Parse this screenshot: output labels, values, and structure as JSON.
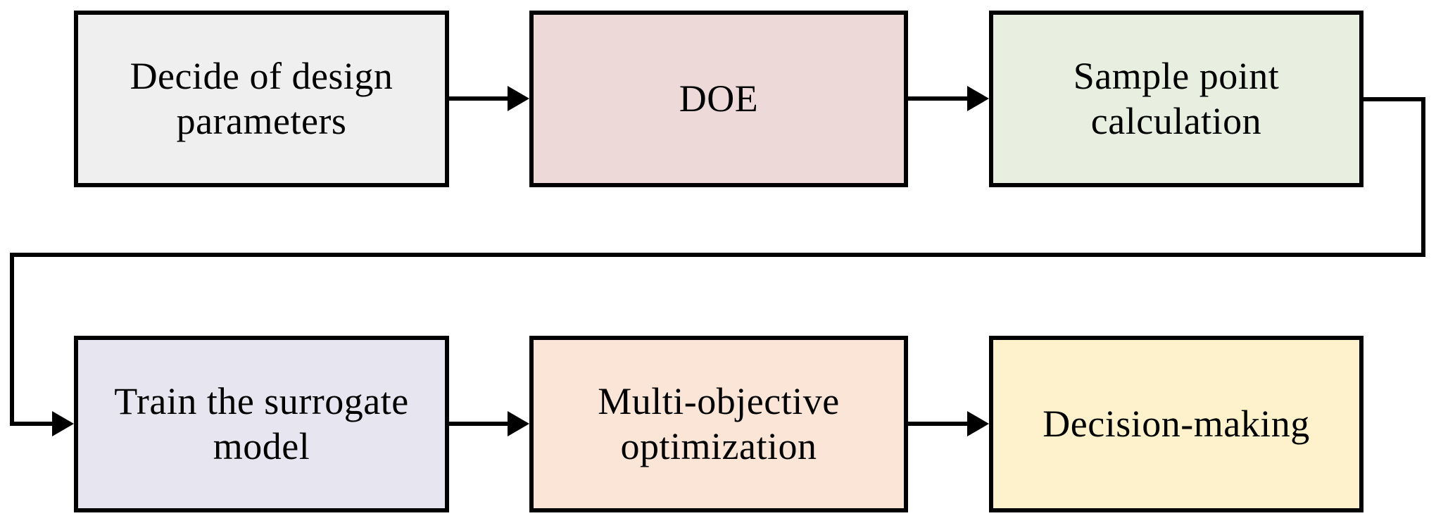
{
  "diagram": {
    "type": "flowchart",
    "background": "#ffffff",
    "border_color": "#000000",
    "arrow_color": "#000000",
    "text_color": "#000000",
    "nodes": [
      {
        "id": "decide-design-parameters",
        "label": "Decide of design\nparameters",
        "fill": "#f0eff0",
        "row": 1,
        "col": 1
      },
      {
        "id": "doe",
        "label": "DOE",
        "fill": "#ecd9d8",
        "row": 1,
        "col": 2
      },
      {
        "id": "sample-point-calculation",
        "label": "Sample point\ncalculation",
        "fill": "#e8efe0",
        "row": 1,
        "col": 3
      },
      {
        "id": "train-surrogate-model",
        "label": "Train the surrogate\nmodel",
        "fill": "#e7e5f0",
        "row": 2,
        "col": 1
      },
      {
        "id": "multi-objective-optimization",
        "label": "Multi-objective\noptimization",
        "fill": "#fbe5d6",
        "row": 2,
        "col": 2
      },
      {
        "id": "decision-making",
        "label": "Decision-making",
        "fill": "#fdf2cc",
        "row": 2,
        "col": 3
      }
    ],
    "edges": [
      {
        "from": "decide-design-parameters",
        "to": "doe",
        "style": "straight-arrow"
      },
      {
        "from": "doe",
        "to": "sample-point-calculation",
        "style": "straight-arrow"
      },
      {
        "from": "sample-point-calculation",
        "to": "train-surrogate-model",
        "style": "wrap-around-elbow-arrow"
      },
      {
        "from": "train-surrogate-model",
        "to": "multi-objective-optimization",
        "style": "straight-arrow"
      },
      {
        "from": "multi-objective-optimization",
        "to": "decision-making",
        "style": "straight-arrow"
      }
    ]
  }
}
